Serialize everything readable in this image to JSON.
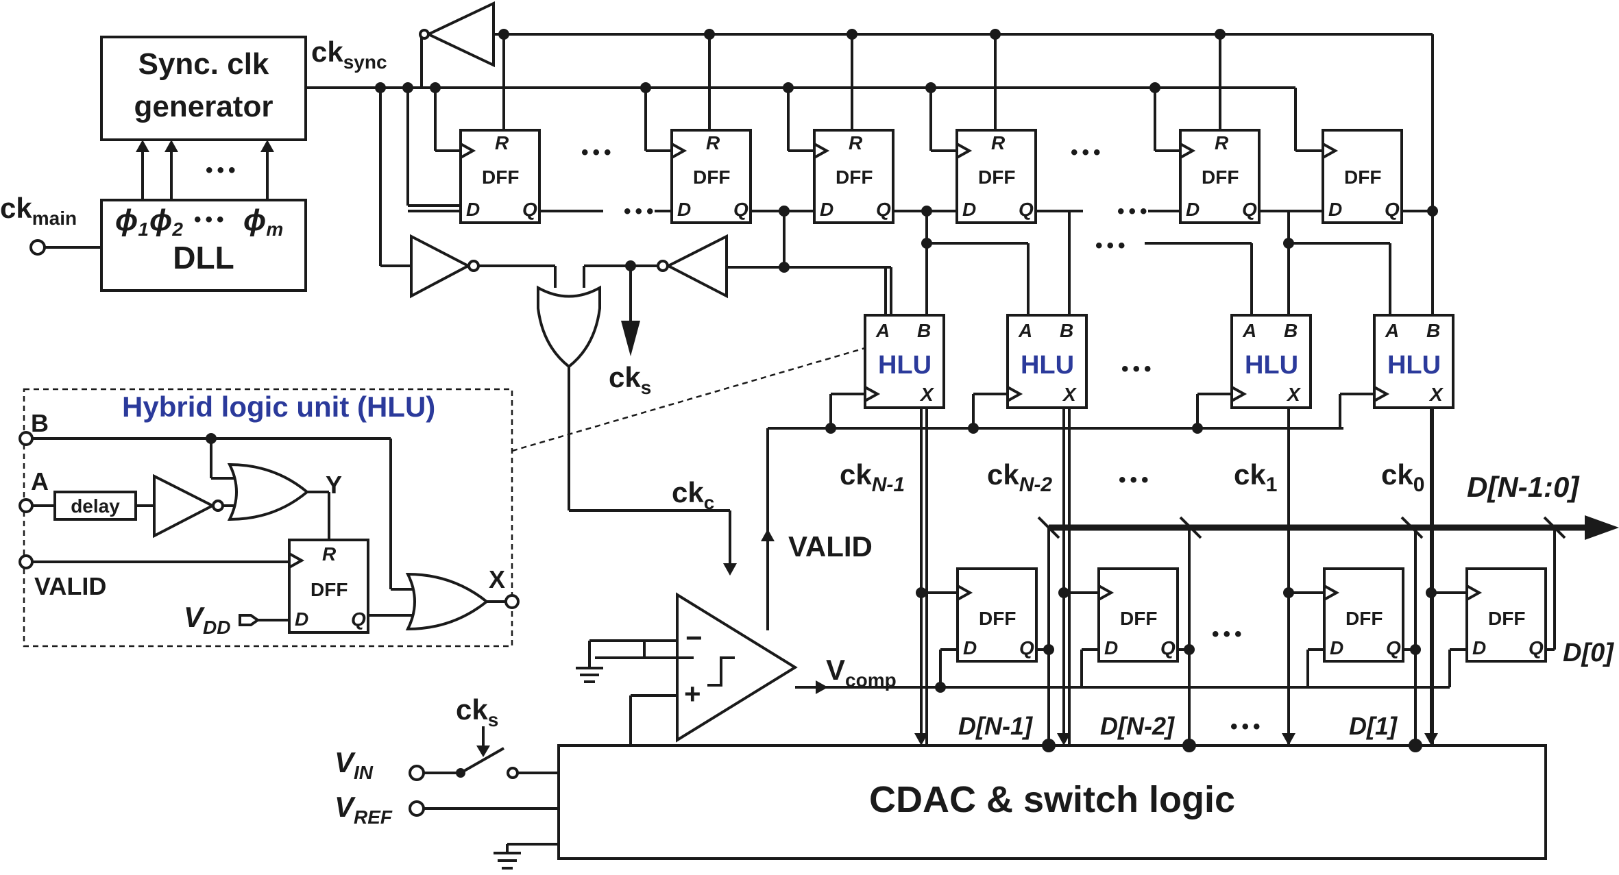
{
  "sync_gen": {
    "line1": "Sync. clk",
    "line2": "generator"
  },
  "dll": {
    "label": "DLL",
    "phi1": "ϕ",
    "sub1": "1",
    "phi2": "ϕ",
    "sub2": "2",
    "phim": "ϕ",
    "subm": "m"
  },
  "ckmain": {
    "base": "ck",
    "sub": "main"
  },
  "cksync": {
    "base": "ck",
    "sub": "sync"
  },
  "cks": {
    "base": "ck",
    "sub": "s"
  },
  "ckc": {
    "base": "ck",
    "sub": "c"
  },
  "vcomp": {
    "base": "V",
    "sub": "comp"
  },
  "dff_label": "DFF",
  "pin": {
    "R": "R",
    "D": "D",
    "Q": "Q",
    "A": "A",
    "B": "B",
    "X": "X"
  },
  "hlu_label": "HLU",
  "ellipsis": "•••",
  "cklabels": [
    {
      "base": "ck",
      "sub": "N-1"
    },
    {
      "base": "ck",
      "sub": "N-2"
    },
    {
      "base": "ck",
      "sub": "1"
    },
    {
      "base": "ck",
      "sub": "0"
    }
  ],
  "bus_label": "D[N-1:0]",
  "d_outputs": [
    "D[N-1]",
    "D[N-2]",
    "D[1]"
  ],
  "d0": "D[0]",
  "valid": "VALID",
  "cdac": "CDAC & switch logic",
  "vin": {
    "base": "V",
    "sub": "IN"
  },
  "vref": {
    "base": "V",
    "sub": "REF"
  },
  "comp": {
    "minus": "−",
    "plus": "+"
  },
  "hlu_inset": {
    "title": "Hybrid logic unit (HLU)",
    "B": "B",
    "A": "A",
    "Y": "Y",
    "X": "X",
    "valid": "VALID",
    "delay": "delay",
    "vdd": {
      "base": "V",
      "sub": "DD"
    }
  }
}
